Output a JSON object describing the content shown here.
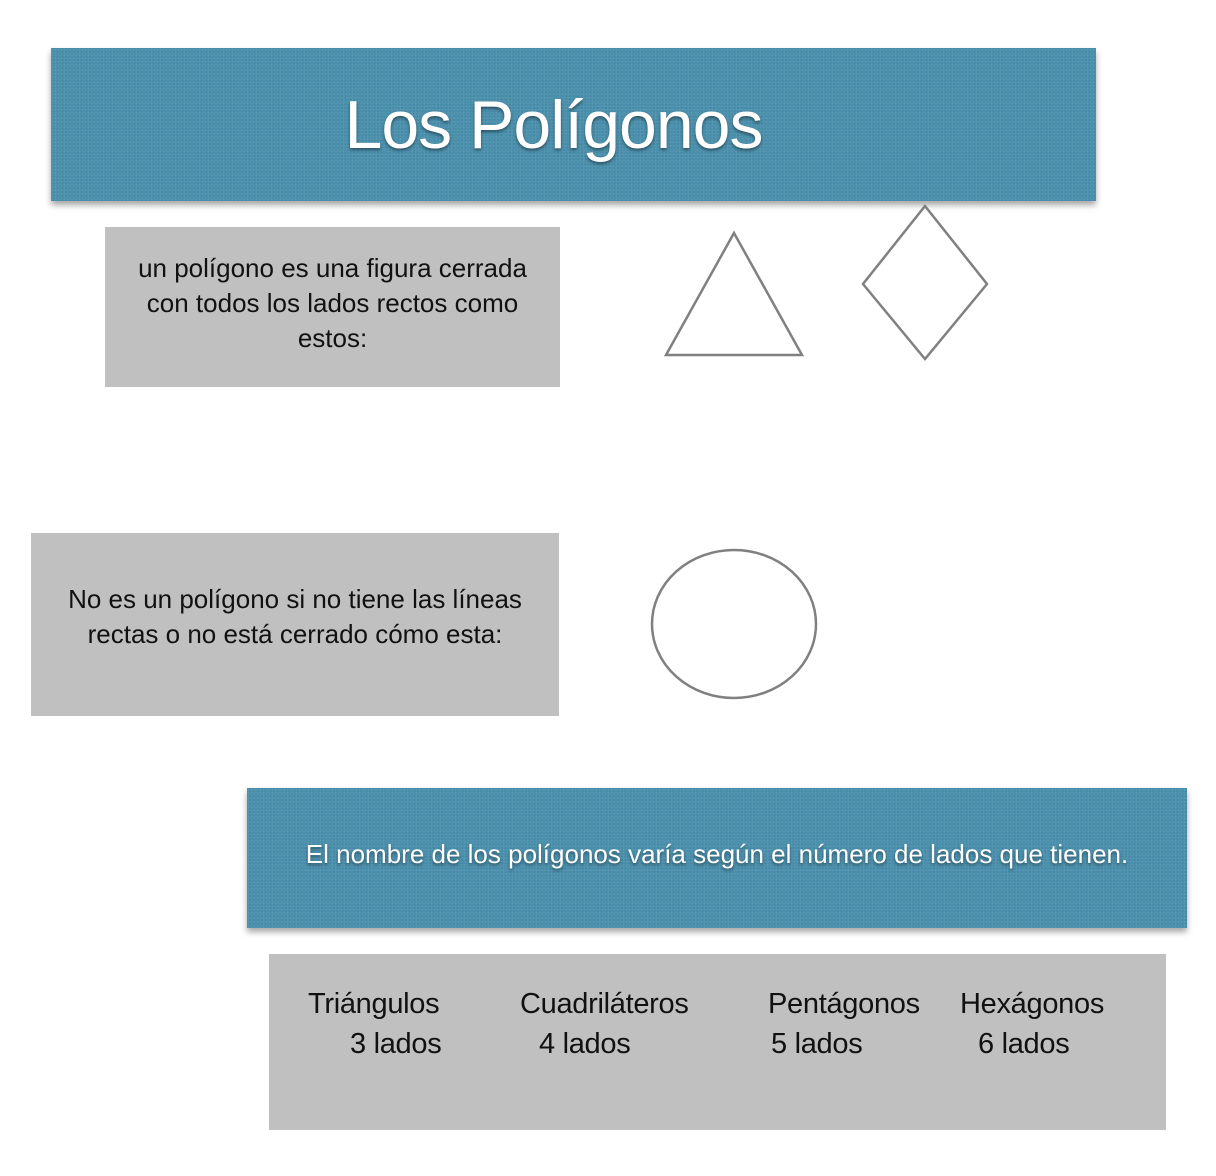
{
  "title": "Los Polígonos",
  "definition": {
    "text": "un polígono es una figura cerrada con todos los lados rectos como estos:",
    "examples": [
      "triangle",
      "rhombus"
    ]
  },
  "non_polygon": {
    "text": "No es un polígono si no tiene las líneas rectas o no está cerrado cómo esta:",
    "example": "circle"
  },
  "naming": {
    "text": "El nombre de los polígonos varía según el número de lados que tienen."
  },
  "types": [
    {
      "name": "Triángulos",
      "sides": "3 lados"
    },
    {
      "name": "Cuadriláteros",
      "sides": "4 lados"
    },
    {
      "name": "Pentágonos",
      "sides": "5 lados"
    },
    {
      "name": "Hexágonos",
      "sides": "6 lados"
    }
  ],
  "colors": {
    "banner": "#4a90ad",
    "box": "#c0c0c0",
    "shape_stroke": "#808080"
  }
}
